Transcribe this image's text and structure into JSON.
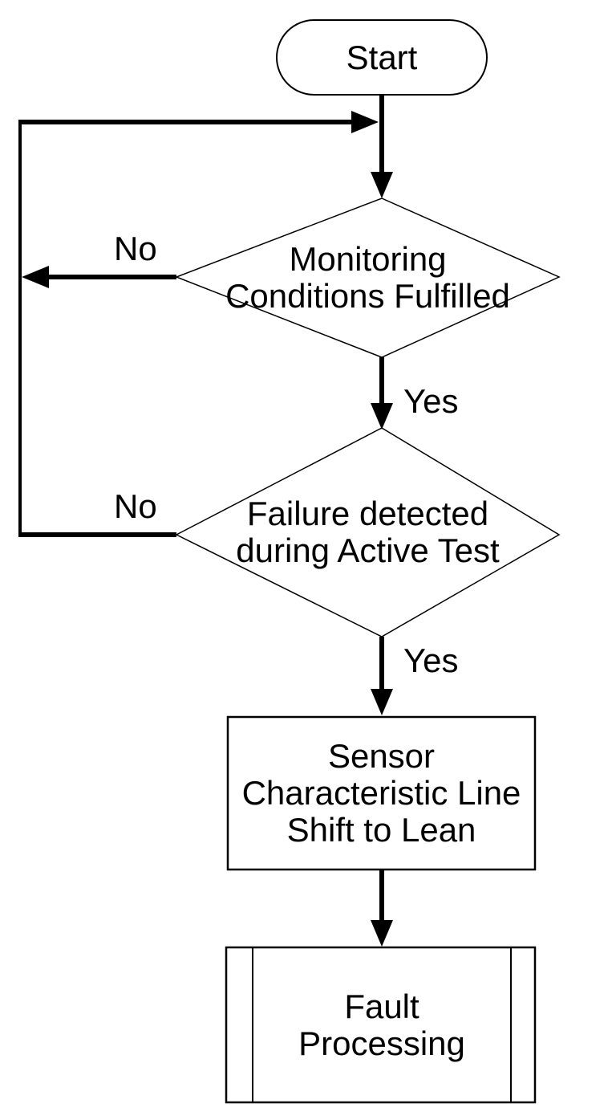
{
  "diagram": {
    "type": "flowchart",
    "colors": {
      "background": "#ffffff",
      "stroke": "#000000",
      "text": "#000000"
    },
    "nodes": {
      "start": {
        "shape": "terminator",
        "label": "Start"
      },
      "monitoring_decision": {
        "shape": "decision",
        "line1": "Monitoring",
        "line2": "Conditions Fulfilled"
      },
      "failure_decision": {
        "shape": "decision",
        "line1": "Failure detected",
        "line2": "during Active Test"
      },
      "sensor_process": {
        "shape": "process",
        "line1": "Sensor",
        "line2": "Characteristic Line",
        "line3": "Shift to Lean"
      },
      "fault_process": {
        "shape": "predefined-process",
        "line1": "Fault",
        "line2": "Processing"
      }
    },
    "edge_labels": {
      "monitoring_no": "No",
      "monitoring_yes": "Yes",
      "failure_no": "No",
      "failure_yes": "Yes"
    }
  }
}
